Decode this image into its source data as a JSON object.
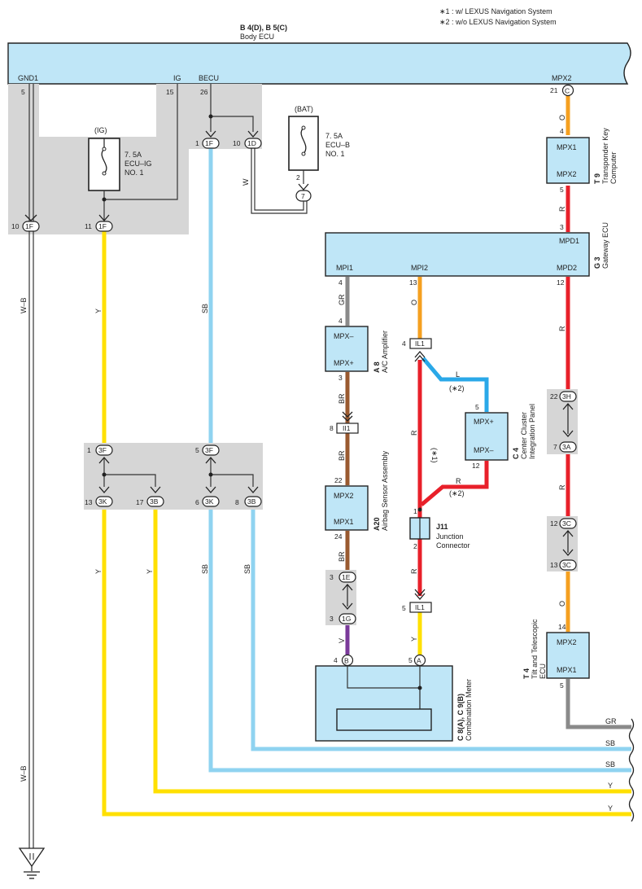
{
  "notes": {
    "note1": "∗1 : w/ LEXUS Navigation System",
    "note2": "∗2 : w/o LEXUS Navigation System"
  },
  "body_ecu": {
    "code": "B 4(D), B 5(C)",
    "name": "Body ECU",
    "gnd1": "GND1",
    "ig": "IG",
    "becu": "BECU",
    "mpx2": "MPX2",
    "pin_gnd": "5",
    "pin_ig": "15",
    "pin_becu": "26",
    "pin_mpx2": "21",
    "conn_mpx2": "C"
  },
  "fuse_ig": {
    "source": "(IG)",
    "rating": "7. 5A",
    "line1": "ECU–IG",
    "line2": "NO. 1"
  },
  "fuse_bat": {
    "source": "(BAT)",
    "rating": "7. 5A",
    "line1": "ECU–B",
    "line2": "NO. 1",
    "pin": "2",
    "conn": "7"
  },
  "connectors": {
    "c1F_left_pin": "10",
    "c1F_left": "1F",
    "c1F_mid_pin": "11",
    "c1F_mid": "1F",
    "c1F_becu_pin": "1",
    "c1F_becu": "1F",
    "c1D_pin": "10",
    "c1D": "1D",
    "c3F_a_pin": "1",
    "c3F_a": "3F",
    "c3F_b_pin": "5",
    "c3F_b": "3F",
    "c3K_a_pin": "13",
    "c3K_a": "3K",
    "c3B_a_pin": "17",
    "c3B_a": "3B",
    "c3K_b_pin": "6",
    "c3K_b": "3K",
    "c3B_b_pin": "8",
    "c3B_b": "3B",
    "c1E_pin": "3",
    "c1E": "1E",
    "c1G_pin": "3",
    "c1G": "1G",
    "cII1_pin": "8",
    "cII1": "II1",
    "cIL1_top_pin": "4",
    "cIL1_top": "IL1",
    "cIL1_bot_pin": "5",
    "cIL1_bot": "IL1",
    "c3H_pin": "22",
    "c3H": "3H",
    "c3A_pin": "7",
    "c3A": "3A",
    "c3C_top_pin": "12",
    "c3C_top": "3C",
    "c3C_bot_pin": "13",
    "c3C_bot": "3C"
  },
  "transponder": {
    "code": "T 9",
    "name1": "Transponder Key",
    "name2": "Computer",
    "top": "MPX1",
    "bottom": "MPX2",
    "pin_in": "4",
    "pin_out": "5"
  },
  "gateway": {
    "code": "G 3",
    "name": "Gateway ECU",
    "mpd1": "MPD1",
    "mpi1": "MPI1",
    "mpi2": "MPI2",
    "mpd2": "MPD2",
    "pin_mpd1": "3",
    "pin_mpi1": "4",
    "pin_mpi2": "13",
    "pin_mpd2": "12"
  },
  "ac_amp": {
    "code": "A 8",
    "name": "A/C Amplifier",
    "top": "MPX–",
    "bottom": "MPX+",
    "pin_in": "4",
    "pin_out": "3"
  },
  "airbag": {
    "code": "A20",
    "name": "Airbag Sensor Assembly",
    "top": "MPX2",
    "bottom": "MPX1",
    "pin_in": "22",
    "pin_out": "24"
  },
  "center_cluster": {
    "code": "C 4",
    "name1": "Center Cluster",
    "name2": "Integration Panel",
    "top": "MPX+",
    "bottom": "MPX–",
    "pin_in": "5",
    "pin_out": "12"
  },
  "junction": {
    "code": "J11",
    "name1": "Junction",
    "name2": "Connector",
    "pin_top": "1",
    "pin_bot": "2"
  },
  "tilt": {
    "code": "T 4",
    "name1": "Tilt and Telescopic",
    "name2": "ECU",
    "top": "MPX2",
    "bottom": "MPX1",
    "pin_in": "14",
    "pin_out": "5"
  },
  "combination_meter": {
    "code": "C 8(A), C 9(B)",
    "name": "Combination Meter",
    "pin_b": "4",
    "conn_b": "B",
    "pin_a": "5",
    "conn_a": "A"
  },
  "wire_labels": {
    "wb_top": "W–B",
    "wb_bottom": "W–B",
    "y_upper": "Y",
    "sb_upper": "SB",
    "w_bat": "W",
    "o_transponder": "O",
    "r_transponder": "R",
    "gr_mpi1": "GR",
    "o_mpi2": "O",
    "r_mpd2": "R",
    "br_1": "BR",
    "br_2": "BR",
    "br_3": "BR",
    "v_meter": "V",
    "l_cluster": "L",
    "note2_l": "(∗2)",
    "r_main": "R",
    "note1_r": "(∗1)",
    "r_cluster": "R",
    "note2_r": "(∗2)",
    "r_junction": "R",
    "y_meter": "Y",
    "r_3h3a": "R",
    "o_tilt": "O",
    "y_left": "Y",
    "y_second": "Y",
    "sb_third": "SB",
    "sb_fourth": "SB",
    "gr_out": "GR",
    "sb_out1": "SB",
    "sb_out2": "SB",
    "y_out1": "Y",
    "y_out2": "Y"
  },
  "colors": {
    "yellow": "#ffe000",
    "sky_blue": "#8fd3f0",
    "orange": "#f5a020",
    "red": "#e8202a",
    "gray": "#8a8a8a",
    "brown": "#9a5a30",
    "violet": "#7a3a9a",
    "blue": "#2aa8e8",
    "component": "#bfe6f7",
    "splice_bg": "#d6d6d6"
  }
}
